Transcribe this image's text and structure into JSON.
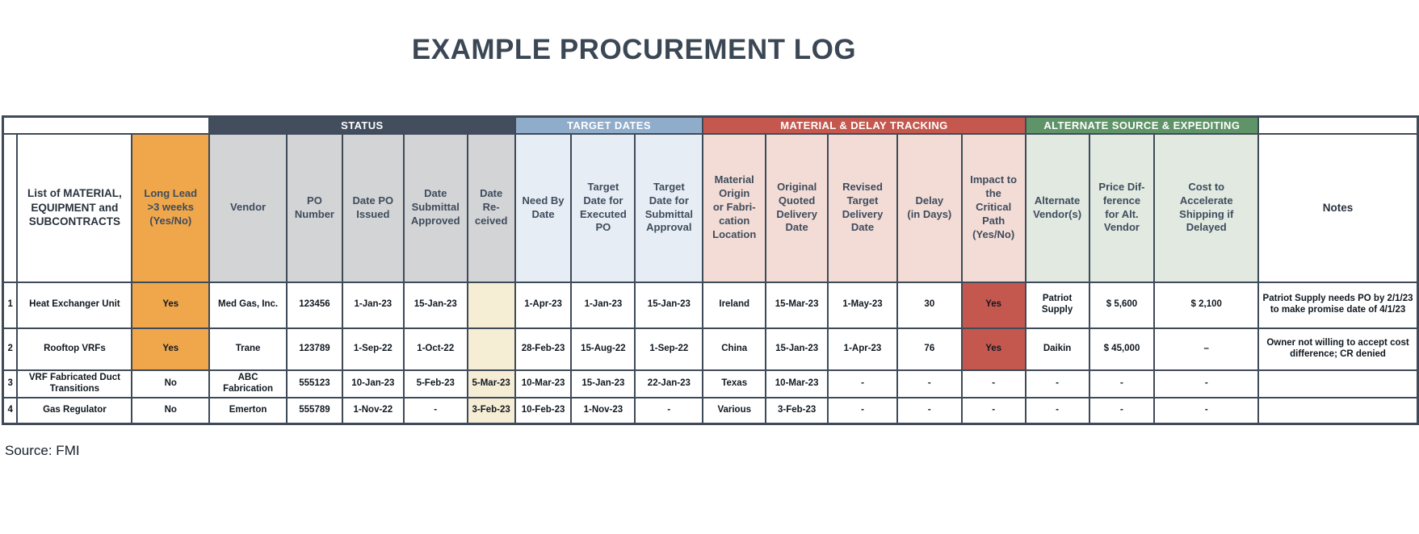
{
  "title": "EXAMPLE PROCUREMENT LOG",
  "source": "Source: FMI",
  "colors": {
    "title_text": "#3b4754",
    "border": "#3e4a58",
    "group_dark": "#424e5d",
    "group_steel": "#8faccb",
    "group_red": "#c5584e",
    "group_green": "#5f9368",
    "header_orange": "#f0a74b",
    "header_gray": "#d3d4d6",
    "header_blue": "#e7edf5",
    "header_salmon": "#f3dcd6",
    "header_sage": "#e1e9e1",
    "cell_beige": "#f6edd5",
    "yes_orange": "#f0a74b",
    "yes_red": "#c5584e",
    "header_text": "#3e4c5c",
    "data_text": "#101820"
  },
  "table": {
    "groups": [
      {
        "label": "",
        "span": 3,
        "bg": "white"
      },
      {
        "label": "STATUS",
        "span": 5,
        "bg": "dark"
      },
      {
        "label": "TARGET DATES",
        "span": 3,
        "bg": "steel"
      },
      {
        "label": "MATERIAL & DELAY TRACKING",
        "span": 5,
        "bg": "red"
      },
      {
        "label": "ALTERNATE SOURCE & EXPEDITING",
        "span": 3,
        "bg": "green"
      },
      {
        "label": "",
        "span": 1,
        "bg": "white"
      }
    ],
    "columns": [
      {
        "key": "num",
        "label": "",
        "bg": "white"
      },
      {
        "key": "item",
        "label": "List of MATERIAL,\nEQUIPMENT and\nSUBCONTRACTS",
        "bg": "white"
      },
      {
        "key": "long_lead",
        "label": "Long Lead\n>3 weeks\n(Yes/No)",
        "bg": "orange"
      },
      {
        "key": "vendor",
        "label": "Vendor",
        "bg": "gray"
      },
      {
        "key": "po_number",
        "label": "PO\nNumber",
        "bg": "gray"
      },
      {
        "key": "date_po_issued",
        "label": "Date PO\nIssued",
        "bg": "gray"
      },
      {
        "key": "date_submittal_approved",
        "label": "Date\nSubmittal\nApproved",
        "bg": "gray"
      },
      {
        "key": "date_received",
        "label": "Date\nRe-\nceived",
        "bg": "gray"
      },
      {
        "key": "need_by_date",
        "label": "Need By\nDate",
        "bg": "blue"
      },
      {
        "key": "target_date_executed_po",
        "label": "Target\nDate for\nExecuted\nPO",
        "bg": "blue"
      },
      {
        "key": "target_date_submittal_approval",
        "label": "Target\nDate for\nSubmittal\nApproval",
        "bg": "blue"
      },
      {
        "key": "material_origin",
        "label": "Material\nOrigin\nor Fabri-\ncation\nLocation",
        "bg": "salmon"
      },
      {
        "key": "original_quoted_delivery_date",
        "label": "Original\nQuoted\nDelivery\nDate",
        "bg": "salmon"
      },
      {
        "key": "revised_target_delivery_date",
        "label": "Revised\nTarget\nDelivery\nDate",
        "bg": "salmon"
      },
      {
        "key": "delay_days",
        "label": "Delay\n(in Days)",
        "bg": "salmon"
      },
      {
        "key": "impact_critical_path",
        "label": "Impact to\nthe\nCritical\nPath\n(Yes/No)",
        "bg": "salmon"
      },
      {
        "key": "alternate_vendors",
        "label": "Alternate\nVendor(s)",
        "bg": "sage"
      },
      {
        "key": "price_difference_alt_vendor",
        "label": "Price Dif-\nference\nfor Alt.\nVendor",
        "bg": "sage"
      },
      {
        "key": "cost_to_accelerate",
        "label": "Cost to\nAccelerate\nShipping if\nDelayed",
        "bg": "sage"
      },
      {
        "key": "notes",
        "label": "Notes",
        "bg": "white"
      }
    ],
    "rows": [
      [
        "1",
        "Heat Exchanger Unit",
        "Yes",
        "Med Gas, Inc.",
        "123456",
        "1-Jan-23",
        "15-Jan-23",
        "",
        "1-Apr-23",
        "1-Jan-23",
        "15-Jan-23",
        "Ireland",
        "15-Mar-23",
        "1-May-23",
        "30",
        "Yes",
        "Patriot Supply",
        "$ 5,600",
        "$ 2,100",
        "Patriot Supply needs PO by 2/1/23 to make promise date of 4/1/23"
      ],
      [
        "2",
        "Rooftop VRFs",
        "Yes",
        "Trane",
        "123789",
        "1-Sep-22",
        "1-Oct-22",
        "",
        "28-Feb-23",
        "15-Aug-22",
        "1-Sep-22",
        "China",
        "15-Jan-23",
        "1-Apr-23",
        "76",
        "Yes",
        "Daikin",
        "$ 45,000",
        "–",
        "Owner not willing to accept cost difference; CR denied"
      ],
      [
        "3",
        "VRF Fabricated Duct Transitions",
        "No",
        "ABC Fabrication",
        "555123",
        "10-Jan-23",
        "5-Feb-23",
        "5-Mar-23",
        "10-Mar-23",
        "15-Jan-23",
        "22-Jan-23",
        "Texas",
        "10-Mar-23",
        "-",
        "-",
        "-",
        "-",
        "-",
        "-",
        ""
      ],
      [
        "4",
        "Gas Regulator",
        "No",
        "Emerton",
        "555789",
        "1-Nov-22",
        "-",
        "3-Feb-23",
        "10-Feb-23",
        "1-Nov-23",
        "-",
        "Various",
        "3-Feb-23",
        "-",
        "-",
        "-",
        "-",
        "-",
        "-",
        ""
      ]
    ]
  }
}
